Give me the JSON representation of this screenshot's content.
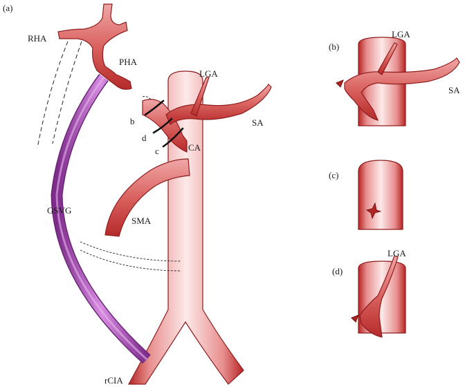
{
  "panels": {
    "a": "(a)",
    "b": "(b)",
    "c": "(c)",
    "d": "(d)"
  },
  "labels": {
    "rha": "RHA",
    "pha": "PHA",
    "lga": "LGA",
    "sa": "SA",
    "ca": "CA",
    "sma": "SMA",
    "gsvg": "GSVG",
    "rcia": "rCIA",
    "b": "b",
    "c": "c",
    "d": "d"
  },
  "panel_b": {
    "lga": "LGA",
    "sa": "SA"
  },
  "panel_d": {
    "lga": "LGA"
  },
  "colors": {
    "artery_edge": "#a51d1d",
    "artery_mid": "#e58b8b",
    "artery_light": "#fbe3e3",
    "graft_edge": "#7a2f86",
    "graft_mid": "#c26ad0"
  }
}
